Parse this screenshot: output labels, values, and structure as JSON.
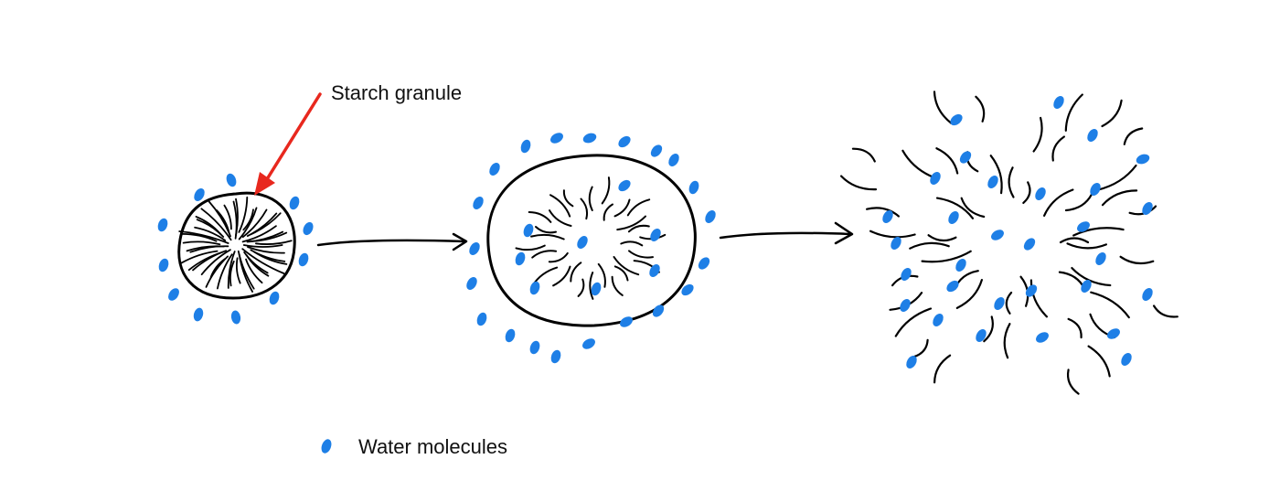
{
  "diagram": {
    "stages": [
      {
        "name": "stage-1-intact-granule"
      },
      {
        "name": "stage-2-swollen-granule"
      },
      {
        "name": "stage-3-dispersed-chains"
      }
    ],
    "annotation": {
      "label": "Starch granule",
      "arrow_color": "#e8281e"
    },
    "legend": {
      "label": "Water molecules",
      "symbol_color": "#1e7fe6"
    }
  },
  "colors": {
    "water": "#1e7fe6",
    "ink": "#000000",
    "pointer": "#e8281e"
  }
}
